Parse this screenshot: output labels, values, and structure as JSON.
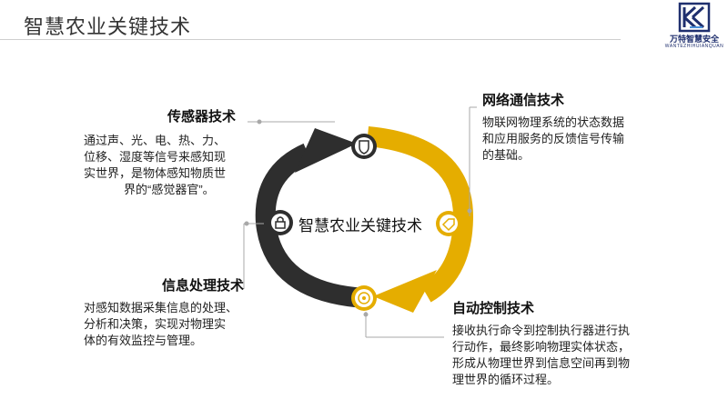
{
  "slide": {
    "title": "智慧农业关键技术"
  },
  "logo": {
    "name": "万特智慧安全",
    "subtitle": "WANTEZHIHUIANQUAN"
  },
  "diagram": {
    "center_label": "智慧农业关键技术"
  },
  "sections": {
    "sensor": {
      "heading": "传感器技术",
      "lines": [
        "通过声、光、电、热、力、",
        "位移、湿度等信号来感知现",
        "实世界，是物体感知物质世",
        "界的“感觉器官”。"
      ]
    },
    "network": {
      "heading": "网络通信技术",
      "lines": [
        "物联网物理系统的状态数据",
        "和应用服务的反馈信号传输",
        "的基础。"
      ]
    },
    "processing": {
      "heading": "信息处理技术",
      "lines": [
        "对感知数据采集信息的处理、",
        "分析和决策，实现对物理实",
        "体的有效监控与管理。"
      ]
    },
    "control": {
      "heading": "自动控制技术",
      "lines": [
        "接收执行命令到控制执行器进行执",
        "行动作，最终影响物理实体状态，",
        "形成从物理世界到信息空间再到物",
        "理世界的循环过程。"
      ]
    }
  },
  "colors": {
    "dark": "#2e2e2e",
    "gold": "#e5ad00",
    "grey": "#a8a8a8",
    "logo_blue": "#1f2f6e"
  },
  "icons": [
    "shield-icon",
    "tag-icon",
    "lock-icon",
    "target-icon"
  ]
}
